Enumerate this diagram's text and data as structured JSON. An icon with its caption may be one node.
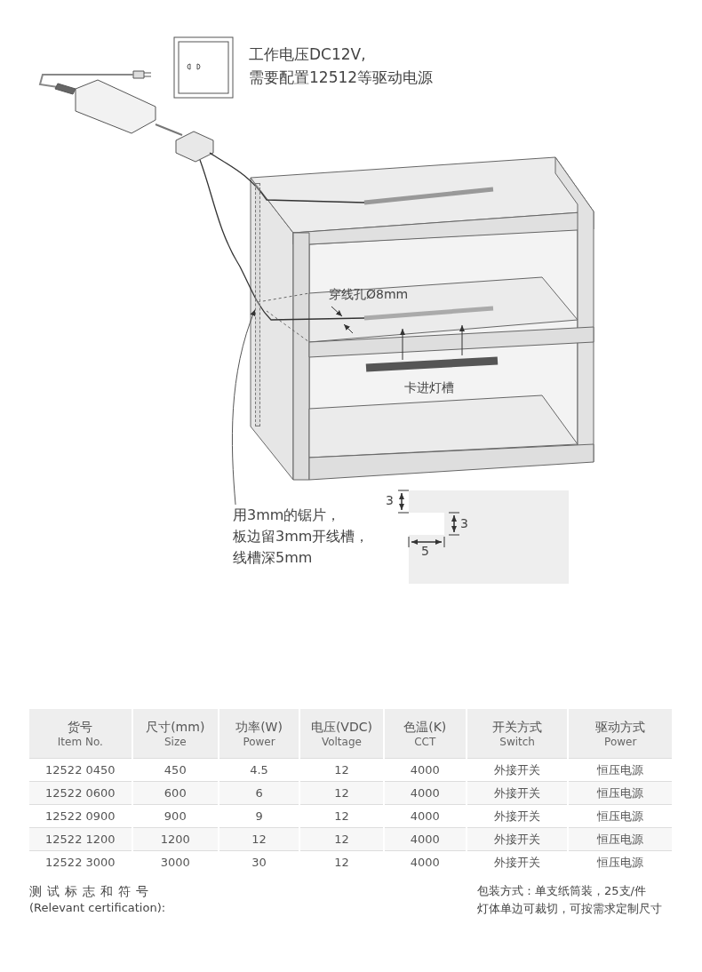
{
  "diagram": {
    "nodes": [
      {
        "text": [
          "用3mm的锯片，",
          "板边留3mm开线槽，",
          "线槽深5mm"
        ]
      },
      {
        "text": [],
        "shape": "bar"
      }
    ],
    "edges": [
      {
        "from": 0,
        "to": 1,
        "arrow": "to"
      }
    ],
    "labels": [
      "工作电压DC12V,",
      "需要配置12512等驱动电源",
      "穿线孔Ø8mm",
      "卡进灯槽",
      "3",
      "3",
      "5",
      "货号",
      "Item No.",
      "尺寸(mm)",
      "Size",
      "功率(W)",
      "Power",
      "电压(VDC)",
      "Voltage",
      "色温(K)",
      "CCT",
      "开关方式",
      "Switch",
      "驱动方式",
      "Power",
      "12522 0450",
      "450",
      "4.5",
      "12",
      "4000",
      "外接开关",
      "恒压电源",
      "12522 0600",
      "600",
      "6",
      "12",
      "4000",
      "外接开关",
      "恒压电源",
      "12522 0900",
      "900",
      "9",
      "12",
      "4000",
      "外接开关",
      "恒压电源",
      "12522 1200",
      "1200",
      "12",
      "12",
      "4000",
      "外接开关",
      "恒压电源",
      "12522 3000",
      "3000",
      "30",
      "12",
      "4000",
      "外接开关",
      "恒压电源",
      "测试标志和符号",
      "(Relevant certification):",
      "包装方式：单支纸筒装，25支/件",
      "灯体单边可裁切，可按需求定制尺寸"
    ]
  }
}
